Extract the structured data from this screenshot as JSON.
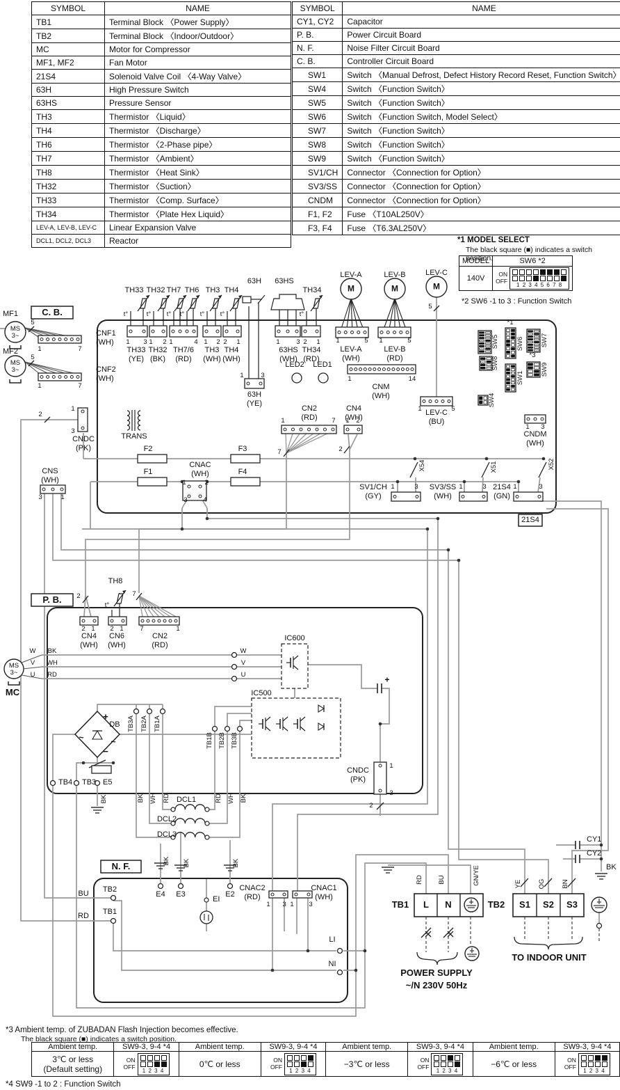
{
  "symbol_table_left": {
    "headers": [
      "SYMBOL",
      "NAME"
    ],
    "rows": [
      [
        "TB1",
        "Terminal Block 〈Power Supply〉"
      ],
      [
        "TB2",
        "Terminal Block 〈Indoor/Outdoor〉"
      ],
      [
        "MC",
        "Motor for Compressor"
      ],
      [
        "MF1, MF2",
        "Fan Motor"
      ],
      [
        "21S4",
        "Solenoid Valve Coil 〈4-Way Valve〉"
      ],
      [
        "63H",
        "High Pressure Switch"
      ],
      [
        "63HS",
        "Pressure Sensor"
      ],
      [
        "TH3",
        "Thermistor 〈Liquid〉"
      ],
      [
        "TH4",
        "Thermistor 〈Discharge〉"
      ],
      [
        "TH6",
        "Thermistor 〈2-Phase pipe〉"
      ],
      [
        "TH7",
        "Thermistor 〈Ambient〉"
      ],
      [
        "TH8",
        "Thermistor 〈Heat Sink〉"
      ],
      [
        "TH32",
        "Thermistor 〈Suction〉"
      ],
      [
        "TH33",
        "Thermistor 〈Comp. Surface〉"
      ],
      [
        "TH34",
        "Thermistor 〈Plate Hex Liquid〉"
      ],
      [
        "LEV-A, LEV-B, LEV-C",
        "Linear Expansion Valve"
      ],
      [
        "DCL1, DCL2, DCL3",
        "Reactor"
      ]
    ]
  },
  "symbol_table_right": {
    "headers": [
      "SYMBOL",
      "NAME"
    ],
    "rows": [
      [
        "CY1, CY2",
        "Capacitor",
        0
      ],
      [
        "P. B.",
        "Power Circuit Board",
        0
      ],
      [
        "N. F.",
        "Noise Filter Circuit Board",
        0
      ],
      [
        "C. B.",
        "Controller Circuit Board",
        0
      ],
      [
        "SW1",
        "Switch 〈Manual Defrost, Defect History Record Reset, Function Switch〉",
        1
      ],
      [
        "SW4",
        "Switch 〈Function Switch〉",
        1
      ],
      [
        "SW5",
        "Switch 〈Function Switch〉",
        1
      ],
      [
        "SW6",
        "Switch 〈Function Switch, Model Select〉",
        1
      ],
      [
        "SW7",
        "Switch 〈Function Switch〉",
        1
      ],
      [
        "SW8",
        "Switch 〈Function Switch〉",
        1
      ],
      [
        "SW9",
        "Switch 〈Function Switch〉",
        1
      ],
      [
        "SV1/CH",
        "Connector 〈Connection for Option〉",
        1
      ],
      [
        "SV3/SS",
        "Connector 〈Connection for Option〉",
        1
      ],
      [
        "CNDM",
        "Connector 〈Connection for Option〉",
        1
      ],
      [
        "F1, F2",
        "Fuse 〈T10AL250V〉",
        1
      ],
      [
        "F3, F4",
        "Fuse 〈T6.3AL250V〉",
        1
      ]
    ]
  },
  "ui": {
    "on": "ON",
    "off": "OFF",
    "nums8": "1 2 3 4 5 6 7 8",
    "nums4": "1 2 3 4"
  },
  "model_select": {
    "note1": "*1 MODEL SELECT",
    "note2": "The black square (■) indicates a switch position.",
    "col_model": "MODEL",
    "col_sw": "SW6 *2",
    "model": "140V",
    "dip": [
      "n",
      "n",
      "n",
      "off",
      "on",
      "on",
      "on",
      "off"
    ],
    "note3": "*2 SW6 -1 to 3 : Function Switch"
  },
  "notes": {
    "n3a": "*3 Ambient temp. of ZUBADAN Flash Injection becomes effective.",
    "n3b": "The black square (■) indicates a switch position.",
    "n4": "*4 SW9 -1 to 2 : Function Switch"
  },
  "ambient_table": {
    "temp_header": "Ambient temp.",
    "sw_header": "SW9-3, 9-4 *4",
    "entries": [
      {
        "lines": [
          "3℃ or less",
          "(Default setting)"
        ],
        "dip": [
          "n",
          "n",
          "off",
          "off"
        ]
      },
      {
        "lines": [
          "0℃ or less"
        ],
        "dip": [
          "n",
          "n",
          "off",
          "on"
        ]
      },
      {
        "lines": [
          "−3℃ or less"
        ],
        "dip": [
          "n",
          "n",
          "on",
          "off"
        ]
      },
      {
        "lines": [
          "−6℃ or less"
        ],
        "dip": [
          "n",
          "n",
          "on",
          "on"
        ]
      }
    ]
  },
  "diagram": {
    "cb": "C. B.",
    "pb": "P. B.",
    "nf": "N. F.",
    "mf1": "MF1",
    "mf2": "MF2",
    "mc": "MC",
    "ms": "MS",
    "p3": "3~",
    "n1": "1",
    "n2": "2",
    "n3": "3",
    "n4": "4",
    "n5": "5",
    "n7": "7",
    "n14": "14",
    "th33": "TH33",
    "th32": "TH32",
    "th7": "TH7",
    "th6": "TH6",
    "th3": "TH3",
    "th4": "TH4",
    "th34": "TH34",
    "th76": "TH7/6",
    "th8": "TH8",
    "h63": "63H",
    "hs63": "63HS",
    "t": "t°",
    "ye": "(YE)",
    "bk": "(BK)",
    "rd": "(RD)",
    "wh": "(WH)",
    "pk": "(PK)",
    "gy": "(GY)",
    "gn": "(GN)",
    "bu": "(BU)",
    "led1": "LED1",
    "led2": "LED2",
    "cnm": "CNM",
    "leva": "LEV-A",
    "levb": "LEV-B",
    "levc": "LEV-C",
    "m": "M",
    "cnf1": "CNF1",
    "cnf2": "CNF2",
    "s1a": "*1",
    "s3a": "*3",
    "sw1": "SW1",
    "sw4": "SW4",
    "sw5": "SW5",
    "sw6": "SW6",
    "sw7": "SW7",
    "sw8": "SW8",
    "sw9": "SW9",
    "cndm": "CNDM",
    "trans": "TRANS",
    "cndc": "CNDC",
    "cn2": "CN2",
    "cn4": "CN4",
    "cn6": "CN6",
    "cns": "CNS",
    "cnac": "CNAC",
    "cnac1": "CNAC1",
    "cnac2": "CNAC2",
    "f1": "F1",
    "f2": "F2",
    "f3": "F3",
    "f4": "F4",
    "sv1": "SV1/CH",
    "sv3": "SV3/SS",
    "s21": "21S4",
    "x54": "X54",
    "x51": "X51",
    "x52": "X52",
    "ic600": "IC600",
    "ic500": "IC500",
    "db": "DB",
    "plus": "+",
    "tld": "~",
    "mns": "−",
    "tb3a": "TB3A",
    "tb2a": "TB2A",
    "tb1a": "TB1A",
    "tb1b": "TB1B",
    "tb2b": "TB2B",
    "tb3b": "TB3B",
    "tb4": "TB4",
    "tb3": "TB3",
    "e5": "E5",
    "dcl1": "DCL1",
    "dcl2": "DCL2",
    "dcl3": "DCL3",
    "wbk": "BK",
    "wwh": "WH",
    "wrd": "RD",
    "wbu": "BU",
    "w": "W",
    "v": "V",
    "u": "U",
    "e4": "E4",
    "e3": "E3",
    "e2": "E2",
    "e1": "EI",
    "tb1": "TB1",
    "tb2": "TB2",
    "li": "LI",
    "ni": "NI",
    "l": "L",
    "nn": "N",
    "es1": "S1",
    "es2": "S2",
    "es3": "S3",
    "gnye": "GN/YE",
    "wye": "YE",
    "wog": "OG",
    "wbn": "BN",
    "cy1": "CY1",
    "cy2": "CY2",
    "ps1": "POWER SUPPLY",
    "ps2": "~/N  230V 50Hz",
    "tiu": "TO INDOOR UNIT"
  }
}
